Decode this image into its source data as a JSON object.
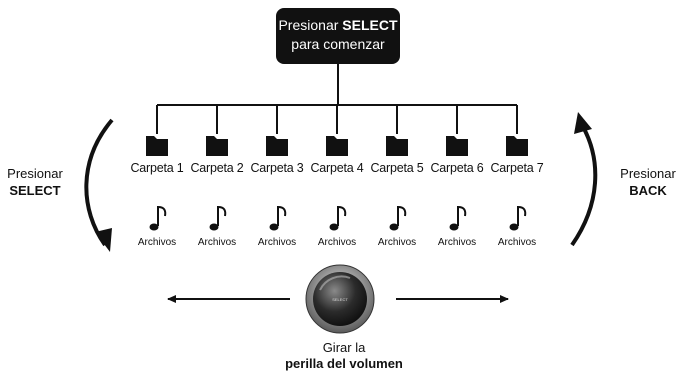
{
  "top_box": {
    "line1": "Presionar",
    "line1_bold": "SELECT",
    "line2": "para comenzar"
  },
  "folders": [
    {
      "label": "Carpeta 1",
      "files": "Archivos"
    },
    {
      "label": "Carpeta 2",
      "files": "Archivos"
    },
    {
      "label": "Carpeta 3",
      "files": "Archivos"
    },
    {
      "label": "Carpeta 4",
      "files": "Archivos"
    },
    {
      "label": "Carpeta 5",
      "files": "Archivos"
    },
    {
      "label": "Carpeta 6",
      "files": "Archivos"
    },
    {
      "label": "Carpeta 7",
      "files": "Archivos"
    }
  ],
  "left_action": {
    "line1": "Presionar",
    "line2": "SELECT"
  },
  "right_action": {
    "line1": "Presionar",
    "line2": "BACK"
  },
  "knob": {
    "label": "SELECT"
  },
  "bottom": {
    "line1": "Girar la",
    "line2": "perilla del volumen"
  },
  "icons": {
    "folder": "folder-icon",
    "file": "music-note-icon",
    "knob": "select-knob-icon"
  },
  "colors": {
    "ink": "#111111",
    "box": "#111111",
    "box_text": "#ffffff"
  }
}
